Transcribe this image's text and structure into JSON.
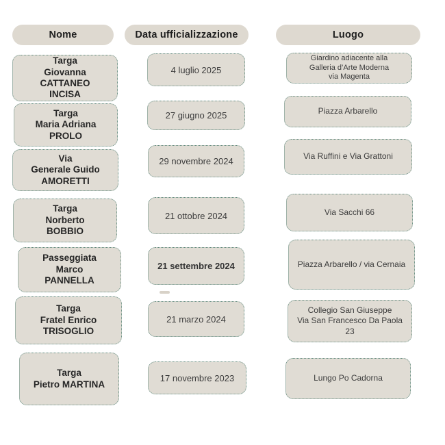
{
  "colors": {
    "background": "#ffffff",
    "box_fill": "#e0dcd4",
    "header_fill": "#ded9d0",
    "box_border": "#5f8a7e",
    "text_dark": "#262626",
    "text_body": "#3c3c3c"
  },
  "headers": {
    "nome": "Nome",
    "data": "Data ufficializzazione",
    "luogo": "Luogo"
  },
  "rows": [
    {
      "nome": "Targa\nGiovanna\nCATTANEO\nINCISA",
      "data": "4 luglio 2025",
      "luogo": "Giardino adiacente alla\nGalleria d’Arte Moderna\nvia Magenta"
    },
    {
      "nome": "Targa\nMaria Adriana\nPROLO",
      "data": "27 giugno 2025",
      "luogo": "Piazza Arbarello"
    },
    {
      "nome": "Via\nGenerale Guido\nAMORETTI",
      "data": "29 novembre 2024",
      "luogo": "Via Ruffini e Via Grattoni"
    },
    {
      "nome": "Targa\nNorberto\nBOBBIO",
      "data": "21 ottobre 2024",
      "luogo": "Via Sacchi 66"
    },
    {
      "nome": "Passeggiata\nMarco\nPANNELLA",
      "data": "21 settembre 2024",
      "luogo": "Piazza Arbarello / via Cernaia"
    },
    {
      "nome": "Targa\nFratel Enrico\nTRISOGLIO",
      "data": "21 marzo 2024",
      "luogo": "Collegio San Giuseppe\nVia San Francesco Da Paola 23"
    },
    {
      "nome": "Targa\nPietro MARTINA",
      "data": "17 novembre 2023",
      "luogo": "Lungo Po Cadorna"
    }
  ],
  "chart_data": {
    "type": "table",
    "columns": [
      "Nome",
      "Data ufficializzazione",
      "Luogo"
    ],
    "rows": [
      [
        "Targa Giovanna CATTANEO INCISA",
        "4 luglio 2025",
        "Giardino adiacente alla Galleria d’Arte Moderna via Magenta"
      ],
      [
        "Targa Maria Adriana PROLO",
        "27 giugno 2025",
        "Piazza Arbarello"
      ],
      [
        "Via Generale Guido AMORETTI",
        "29 novembre 2024",
        "Via Ruffini e Via Grattoni"
      ],
      [
        "Targa Norberto BOBBIO",
        "21 ottobre 2024",
        "Via Sacchi 66"
      ],
      [
        "Passeggiata Marco PANNELLA",
        "21 settembre 2024",
        "Piazza Arbarello / via Cernaia"
      ],
      [
        "Targa Fratel Enrico TRISOGLIO",
        "21 marzo 2024",
        "Collegio San Giuseppe Via San Francesco Da Paola 23"
      ],
      [
        "Targa Pietro MARTINA",
        "17 novembre 2023",
        "Lungo Po Cadorna"
      ]
    ]
  }
}
